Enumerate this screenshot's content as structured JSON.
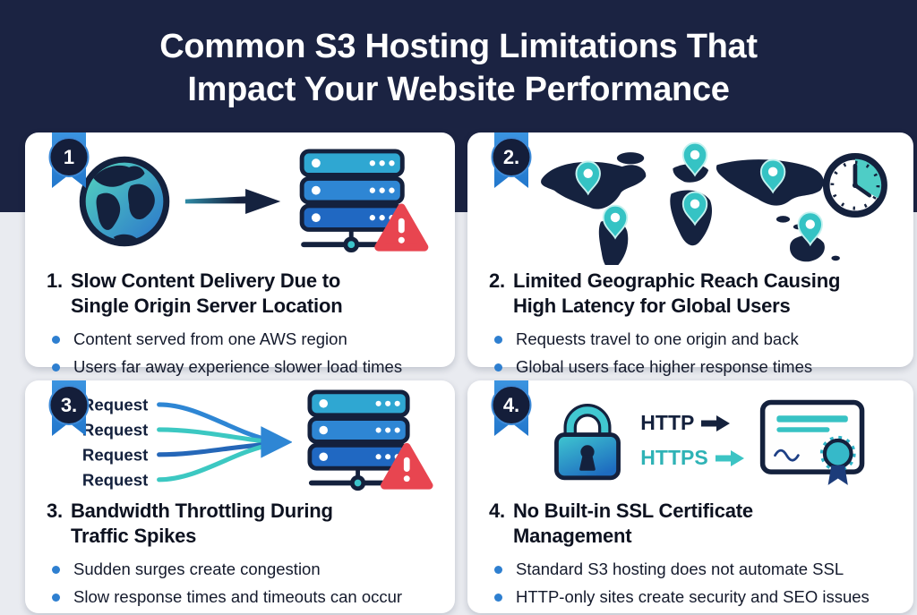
{
  "header": {
    "title_line1": "Common S3 Hosting Limitations That",
    "title_line2": "Impact Your Website Performance"
  },
  "cards": [
    {
      "badge": "1",
      "heading_number": "1.",
      "heading_line1": "Slow Content Delivery Due to",
      "heading_line2": "Single Origin Server Location",
      "bullets": [
        "Content served from one AWS region",
        "Users far away experience slower load times"
      ],
      "icons": [
        "globe-icon",
        "arrow-right-icon",
        "server-stack-icon",
        "warning-icon"
      ]
    },
    {
      "badge": "2.",
      "heading_number": "2.",
      "heading_line1": "Limited Geographic Reach Causing",
      "heading_line2": "High Latency for Global Users",
      "bullets": [
        "Requests travel to one origin and back",
        "Global users face higher response times"
      ],
      "icons": [
        "world-map-icon",
        "location-pin-icon",
        "clock-icon"
      ]
    },
    {
      "badge": "3.",
      "heading_number": "3.",
      "heading_line1": "Bandwidth Throttling During",
      "heading_line2": "Traffic Spikes",
      "bullets": [
        "Sudden surges create congestion",
        "Slow response times and timeouts can occur"
      ],
      "request_label": "Request",
      "icons": [
        "request-arrows-icon",
        "server-stack-icon",
        "warning-icon"
      ]
    },
    {
      "badge": "4.",
      "heading_number": "4.",
      "heading_line1": "No Built-in SSL Certificate",
      "heading_line2": "Management",
      "bullets": [
        "Standard S3 hosting does not automate SSL",
        "HTTP-only sites create security and SEO issues"
      ],
      "http_label": "HTTP",
      "https_label": "HTTPS",
      "icons": [
        "padlock-icon",
        "http-arrow-icon",
        "https-arrow-icon",
        "certificate-icon"
      ]
    }
  ],
  "colors": {
    "header_navy": "#1b2342",
    "page_gray": "#e9ebf0",
    "card_white": "#ffffff",
    "ribbon_blue": "#2e86d4",
    "badge_navy": "#141e3a",
    "teal": "#3cc4c4",
    "accent_blue": "#2e7fd0",
    "alert_red": "#e84550",
    "heading_text": "#0d1220",
    "body_text": "#141a2c"
  }
}
